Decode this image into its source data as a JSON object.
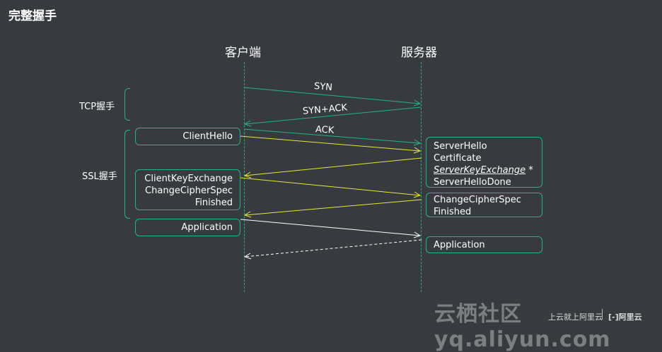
{
  "title": "完整握手",
  "actors": {
    "client": "客户端",
    "server": "服务器"
  },
  "groups": {
    "tcp": "TCP握手",
    "ssl": "SSL握手"
  },
  "messages": {
    "syn": "SYN",
    "syn_ack": "SYN+ACK",
    "ack": "ACK"
  },
  "client_boxes": {
    "client_hello": "ClientHello",
    "cke": "ClientKeyExchange",
    "ccs": "ChangeCipherSpec",
    "finished": "Finished",
    "application": "Application"
  },
  "server_boxes": {
    "server_hello": "ServerHello",
    "certificate": "Certificate",
    "ske": "ServerKeyExchange",
    "ske_mark": " *",
    "server_hello_done": "ServerHelloDone",
    "ccs": "ChangeCipherSpec",
    "finished": "Finished",
    "application": "Application"
  },
  "footer": {
    "text": "上云就上阿里云",
    "brand": "阿里云",
    "logo": "[-]"
  },
  "watermark": "云栖社区 yq.aliyun.com",
  "colors": {
    "tcp_arrow": "#23b38c",
    "ssl_arrow": "#e8e83a",
    "app_arrow": "#ffffff",
    "box_border": "#23b38c"
  }
}
